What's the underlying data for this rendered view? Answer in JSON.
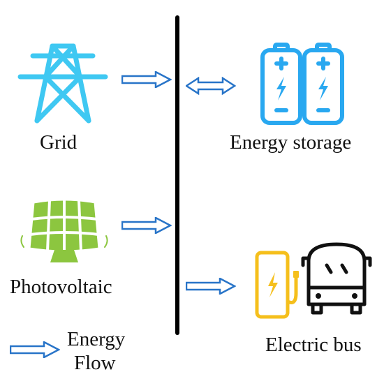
{
  "nodes": {
    "grid": {
      "label": "Grid",
      "icon": "transmission-tower-icon",
      "color": "#3fc8f2"
    },
    "energy_storage": {
      "label": "Energy storage",
      "icon": "battery-icon",
      "color": "#29a8f0"
    },
    "photovoltaic": {
      "label": "Photovoltaic",
      "icon": "solar-panel-icon",
      "color": "#8cc63f"
    },
    "electric_bus": {
      "label": "Electric bus",
      "icon": "bus-icon",
      "charger_icon": "charger-icon",
      "charger_color": "#f5bf1c",
      "bus_color": "#111111"
    }
  },
  "legend": {
    "line1": "Energy",
    "line2": "Flow",
    "icon": "hollow-arrow-icon"
  },
  "colors": {
    "arrow": "#2874c8",
    "bus_line": "#000000"
  }
}
